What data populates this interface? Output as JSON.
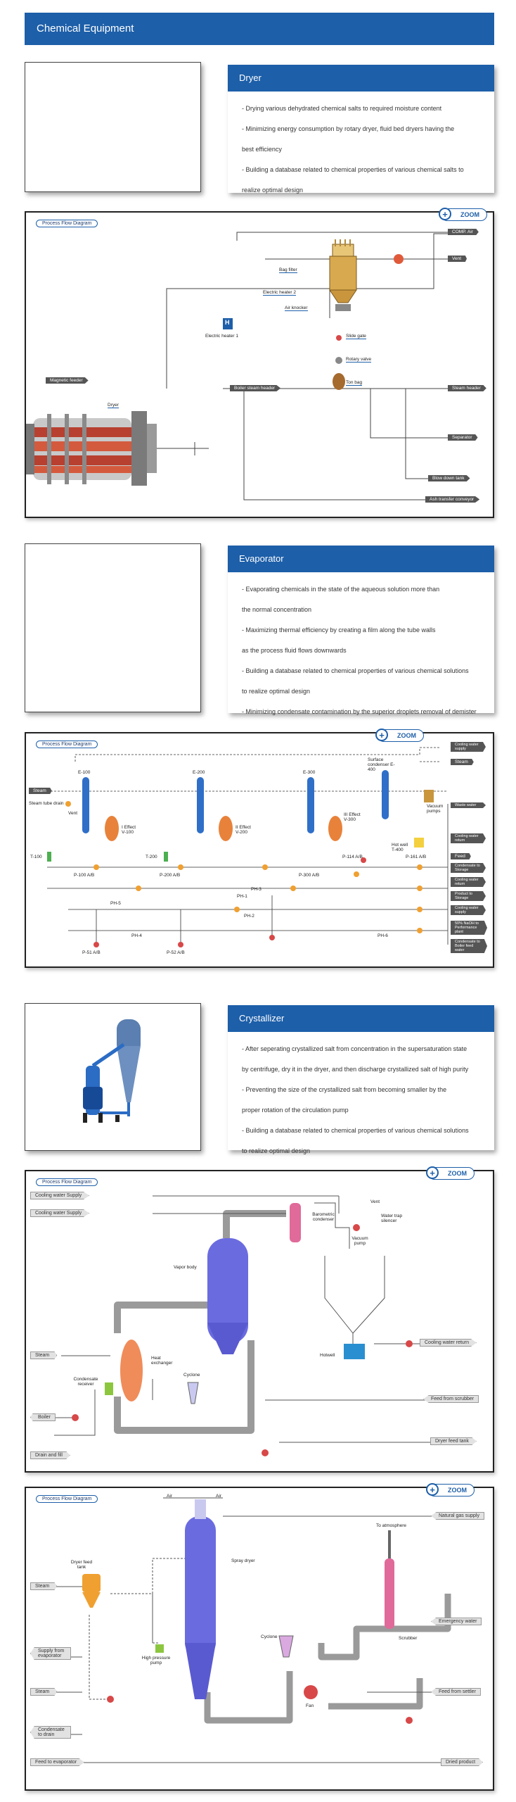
{
  "page_title": "Chemical Equipment",
  "zoom_label": "ZOOM",
  "pfd_label": "Process Flow Diagram",
  "dryer": {
    "title": "Dryer",
    "bullets": [
      "- Drying various dehydrated chemical salts to required moisture content",
      "- Minimizing energy consumption by rotary dryer, fluid bed dryers having the",
      "best efficiency",
      "- Building a database related to chemical properties of various chemical salts to",
      "realize optimal design"
    ],
    "diagram": {
      "labels": [
        "Bag filter",
        "Electric heater 2",
        "Air knocker",
        "Electric heater 1",
        "Slide gate",
        "Rotary valve",
        "Ton bag",
        "Dryer",
        "Boiler steam header",
        "H"
      ],
      "tags_right": [
        "COMP. Air",
        "Vent",
        "Steam header",
        "Separator",
        "Blow down tank",
        "Ash transfer conveyor"
      ],
      "tags_left": [
        "Magnetic feeder"
      ]
    }
  },
  "evaporator": {
    "title": "Evaporator",
    "bullets": [
      "- Evaporating chemicals in the state of the aqueous solution more than",
      "the normal concentration",
      "- Maximizing thermal efficiency by creating a film along the tube walls",
      "as the process fluid flows downwards",
      "- Building a database related to chemical properties of various chemical solutions",
      "to realize optimal design",
      "- Minimizing condensate contamination by the superior droplets removal of demister"
    ],
    "diagram": {
      "labels": [
        "E-100",
        "E-200",
        "E-300",
        "Surface condenser E-400",
        "Vent",
        "I Effect V-100",
        "II Effect V-200",
        "III Effect V-300",
        "T-100",
        "T-200",
        "Hot well T-400",
        "Vacuum pumps",
        "P-100 A/B",
        "P-200 A/B",
        "P-300 A/B",
        "P-114 A/B",
        "P-161 A/B",
        "P-51 A/B",
        "P-52 A/B",
        "PH-1",
        "PH-2",
        "PH-3",
        "PH-4",
        "PH-5",
        "PH-6",
        "Steam",
        "Steam tube drain"
      ],
      "tags_right": [
        "Cooling water supply",
        "Steam",
        "Waste water",
        "Cooling water return",
        "Feed",
        "Condensate to Storage",
        "Cooling water return",
        "Product to Storage",
        "Cooling water supply",
        "50% NaOH to Performance plant",
        "Condensate to Boiler feed water"
      ]
    }
  },
  "crystallizer": {
    "title": "Crystallizer",
    "bullets": [
      "- After seperating crystallized salt from concentration in the supersaturation state",
      "by centrifuge, dry it in the dryer, and then discharge crystallized salt of high purity",
      "- Preventing the size of the crystallized salt from becoming smaller by the",
      "proper rotation of the circulation pump",
      "- Building a database related to chemical properties of various chemical solutions",
      "to realize optimal design"
    ],
    "diagram": {
      "labels": [
        "Barometric condenser",
        "Vent",
        "Water trap silencer",
        "Vacuum pump",
        "Vapor body",
        "Heat exchanger",
        "Condensate receiver",
        "Cyclone",
        "Hotwell"
      ],
      "tags_left": [
        "Cooling water Supply",
        "Cooling water Supply",
        "Steam",
        "Boiler",
        "Drain and fill"
      ],
      "tags_right": [
        "Cooling water return",
        "Feed from scrubber",
        "Dryer feed tank"
      ]
    }
  },
  "spray": {
    "diagram": {
      "labels": [
        "Air",
        "Air",
        "Spray dryer",
        "To atmosphere",
        "Dryer feed tank",
        "High pressure pump",
        "Cyclone",
        "Fan",
        "Scrubber"
      ],
      "tags_left": [
        "Steam",
        "Supply from evaporator",
        "Steam",
        "Condensate to drain",
        "Feed to evaporator"
      ],
      "tags_right": [
        "Natural gas supply",
        "Emergency water",
        "Feed from settler",
        "Dried product"
      ]
    }
  },
  "colors": {
    "brand_blue": "#1d5fa9",
    "pipe_gray": "#9a9a9a",
    "vessel_blue": "#5a5ad0",
    "heater_orange": "#e8823a",
    "valve_red": "#d84848"
  }
}
